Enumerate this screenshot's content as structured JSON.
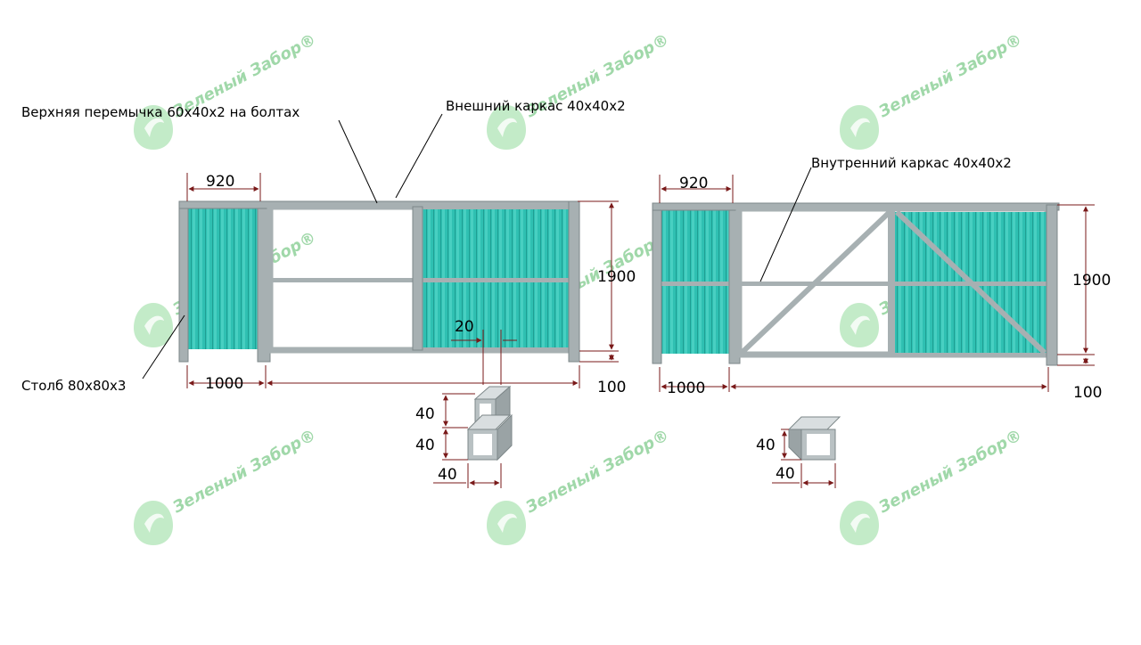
{
  "brand": {
    "watermark": "Зеленый Забор®",
    "watermark_color": "#8fd19a"
  },
  "colors": {
    "frame": "#a7b0b2",
    "frame_dark": "#7d8789",
    "panel": "#2fc0b2",
    "panel_light": "#5ad6c9",
    "dimension_line": "#7a1a1a",
    "text": "#000000"
  },
  "callouts": {
    "top_bar": "Верхняя перемычка 60х40х2 на болтах",
    "outer_frame": "Внешний каркас 40х40х2",
    "inner_frame": "Внутренний каркас 40х40х2",
    "post": "Столб 80х80х3"
  },
  "left_gate": {
    "dim_wicket_width": "920",
    "dim_height": "1900",
    "dim_wicket_span": "1000",
    "dim_ground_gap": "100",
    "dim_gap": "20"
  },
  "right_gate": {
    "dim_wicket_width": "920",
    "dim_height": "1900",
    "dim_wicket_span": "1000",
    "dim_ground_gap": "100"
  },
  "profiles": {
    "left_stack_top_height": "40",
    "left_stack_bottom_height": "40",
    "left_stack_width": "40",
    "right_height": "40",
    "right_width": "40"
  }
}
